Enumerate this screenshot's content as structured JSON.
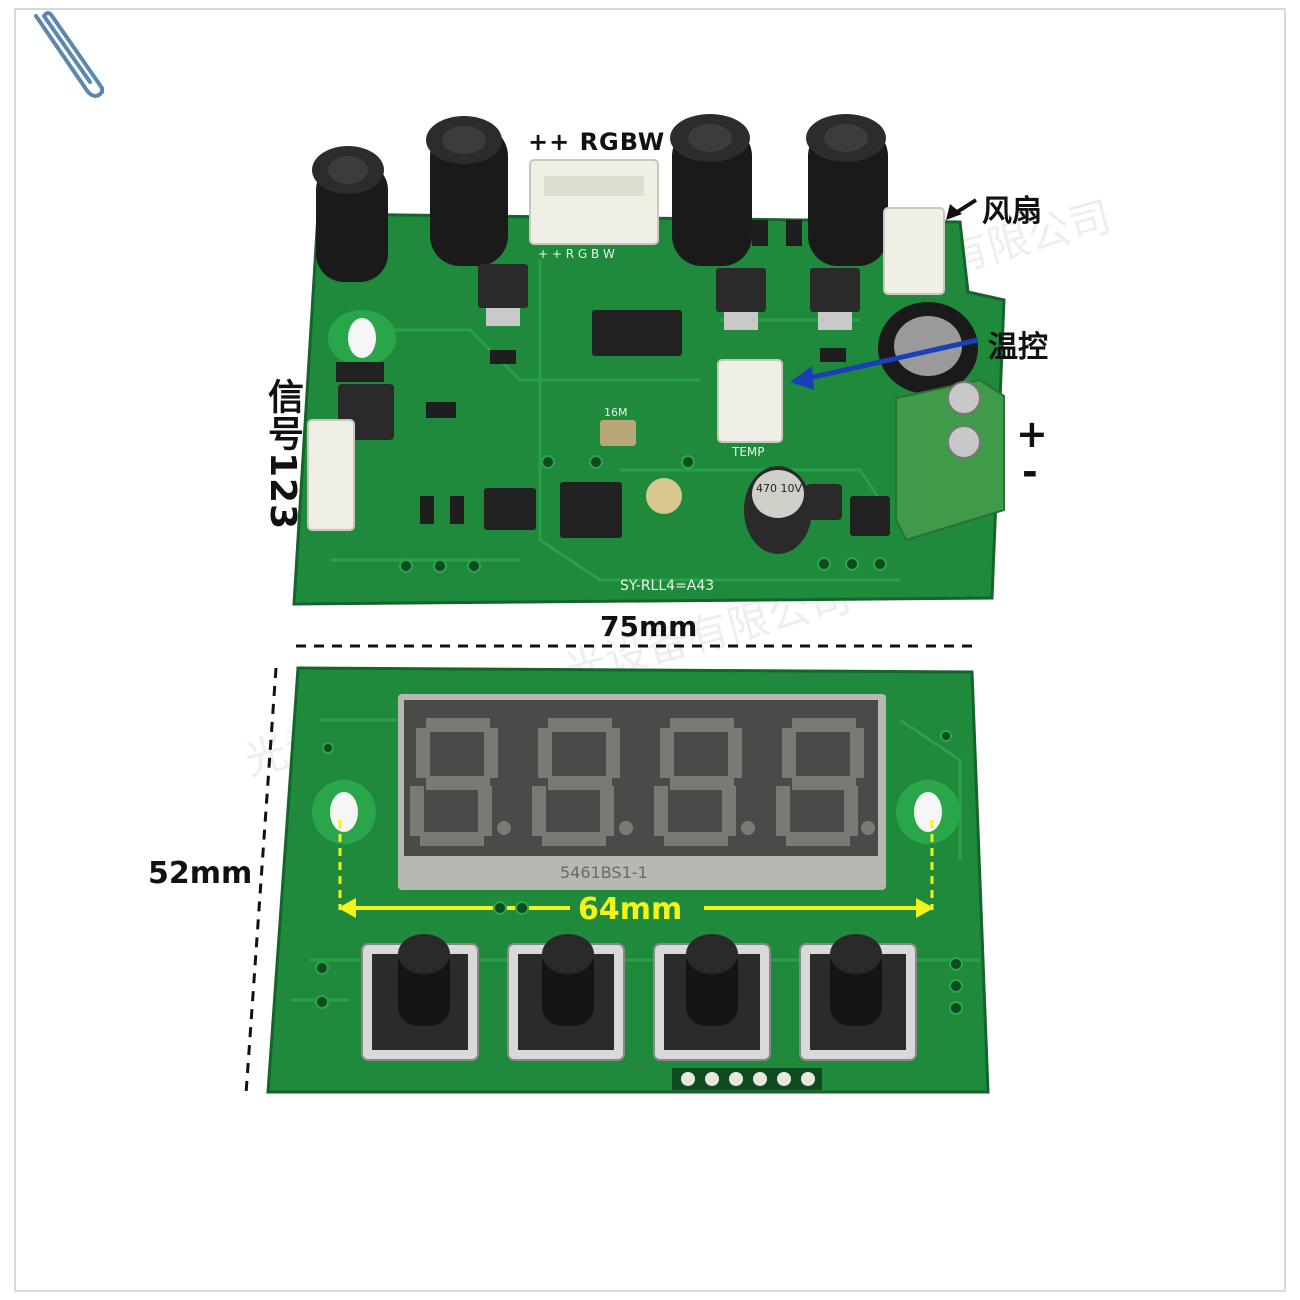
{
  "labels": {
    "rgbw_connector": "++ RGBW",
    "fan": "风扇",
    "temp_control": "温控",
    "plus": "+",
    "minus": "-",
    "signal": "信号123",
    "width_dim": "75mm",
    "height_dim": "52mm",
    "hole_spacing": "64mm"
  },
  "silkscreen": {
    "board_id": "SY-RLL4=A43",
    "temp_connector": "TEMP",
    "display_part": "5461BS1-1",
    "cap_marking": "470 10V",
    "crystal": "16M",
    "header_pins": "+ + R G B W"
  },
  "watermark": {
    "text": "光设备有限公司"
  },
  "colors": {
    "pcb_green": "#1f8a3c",
    "arrow_blue": "#1a3fb8",
    "dim_yellow": "#f4f41a",
    "terminal_green": "#3f9b4a"
  }
}
